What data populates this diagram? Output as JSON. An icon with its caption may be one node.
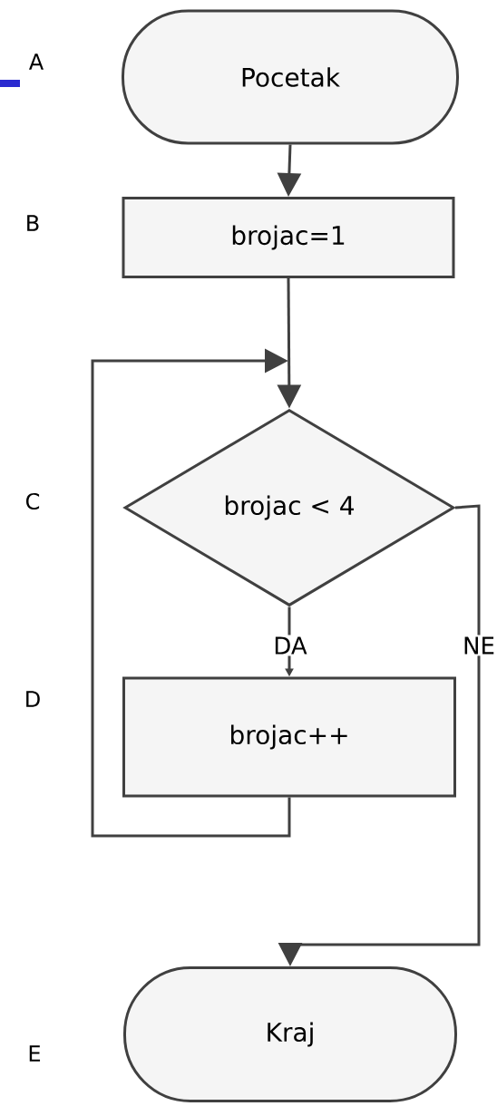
{
  "diagram": {
    "nodes": [
      {
        "text": [
          "Pocetak"
        ]
      },
      {
        "text": [
          "brojac=1"
        ]
      },
      {
        "text": [
          "brojac < 4"
        ]
      },
      {
        "text": [
          "brojac++"
        ]
      },
      {
        "text": [
          "Kraj"
        ]
      }
    ],
    "edges": [
      {
        "from": 0,
        "to": 1,
        "arrow": "to"
      },
      {
        "from": 1,
        "to": 2,
        "arrow": "to"
      },
      {
        "from": 2,
        "to": 3,
        "arrow": "to",
        "label": "DA"
      },
      {
        "from": 3,
        "to": 2,
        "arrow": "to"
      },
      {
        "from": 2,
        "to": 4,
        "arrow": "to",
        "label": "NE"
      }
    ],
    "labels": [
      "A",
      "B",
      "C",
      "D",
      "E"
    ]
  }
}
